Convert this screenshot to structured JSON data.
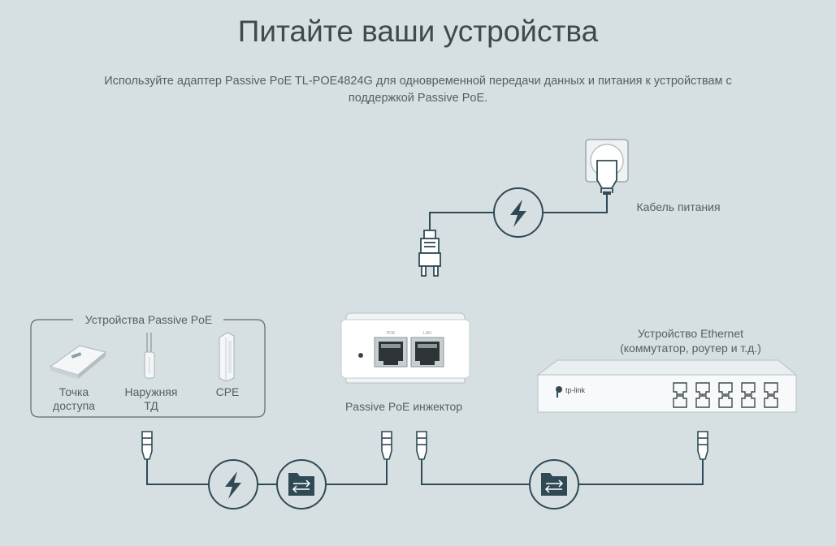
{
  "header": {
    "title": "Питайте ваши устройства",
    "subtitle": "Используйте адаптер Passive PoE TL-POE4824G для одновременной передачи данных и питания к устройствам с поддержкой Passive PoE."
  },
  "labels": {
    "power_cable": "Кабель питания",
    "poe_group": "Устройства Passive PoE",
    "access_point": "Точка доступа",
    "outdoor_ap": "Наружняя ТД",
    "cpe": "CPE",
    "injector": "Passive PoE инжектор",
    "ethernet_device_line1": "Устройство Ethernet",
    "ethernet_device_line2": "(коммутатор, роутер и т.д.)",
    "port_poe": "POE",
    "port_lan": "LAN",
    "brand": "tp-link"
  },
  "colors": {
    "background": "#d6dfe2",
    "line": "#2f4a55",
    "icon_fill": "#2f4a55",
    "device_white": "#f6f8f9"
  }
}
